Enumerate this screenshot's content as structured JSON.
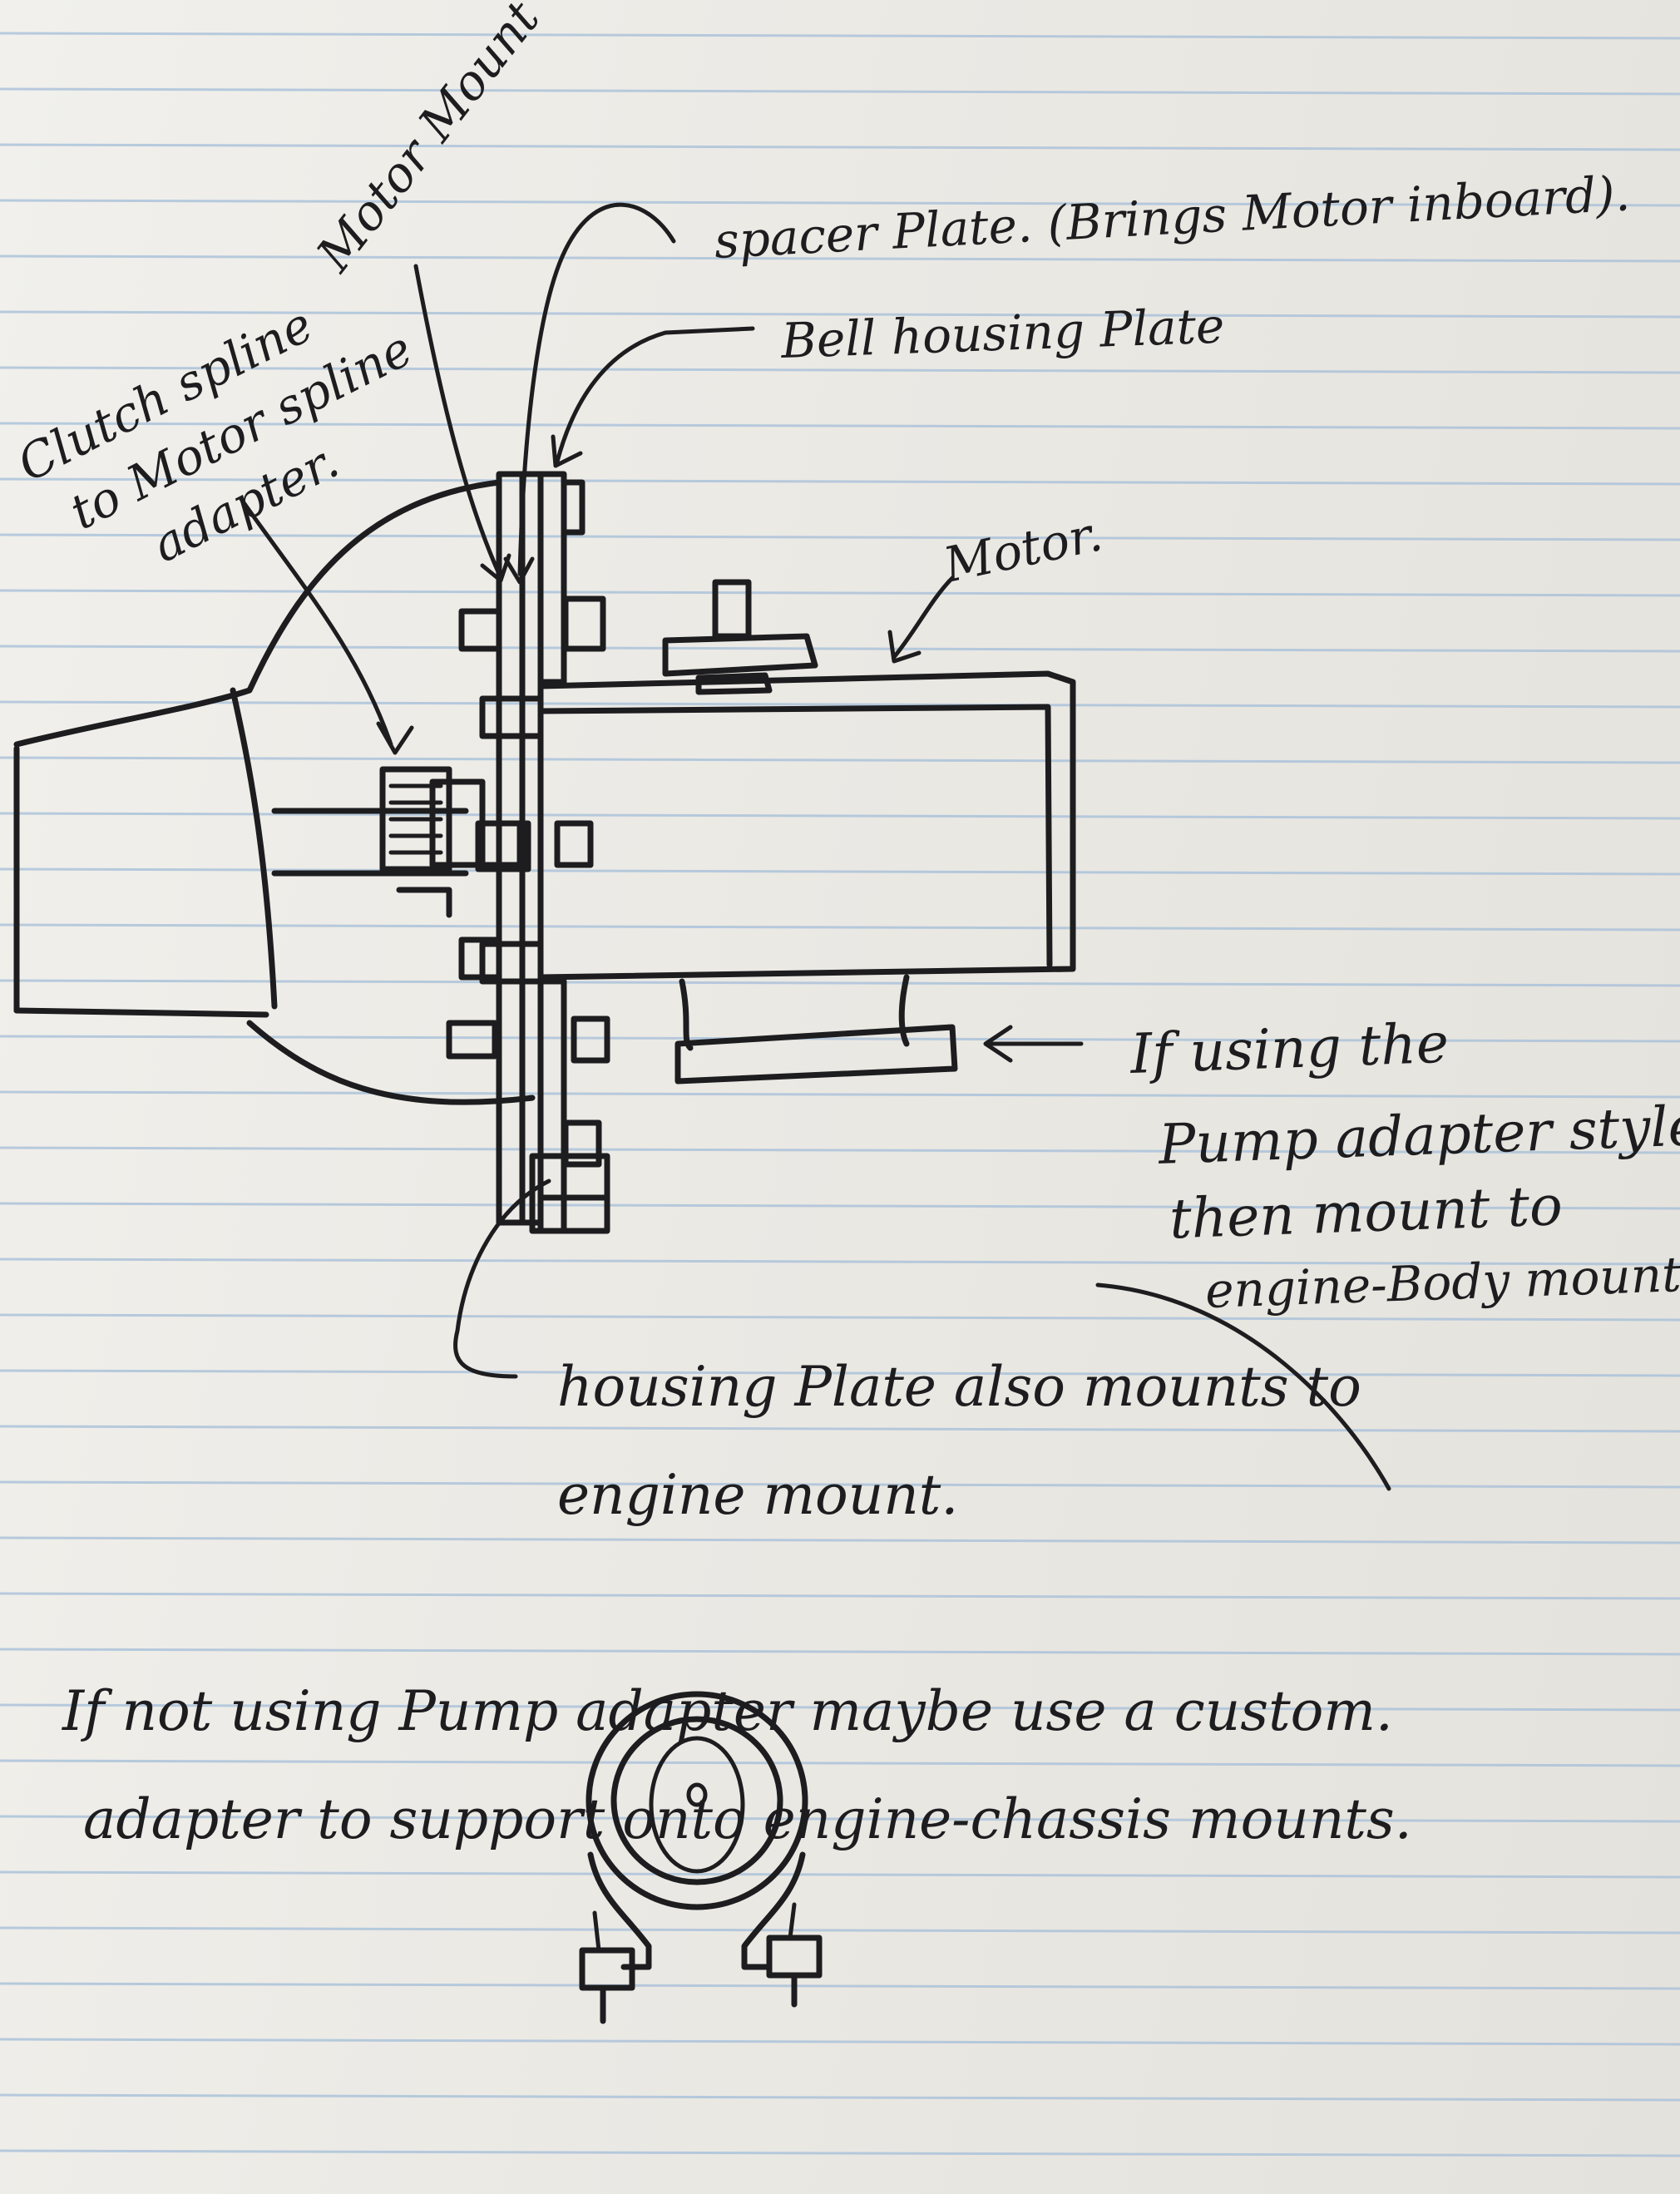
{
  "labels": {
    "motor_mount": "Motor Mount",
    "spacer_plate": "spacer Plate. (Brings Motor inboard).",
    "bell_housing_plate": "Bell housing Plate",
    "clutch_line1": "Clutch spline",
    "clutch_line2": "to Motor spline",
    "clutch_line3": "adapter.",
    "motor": "Motor.",
    "pump_line1": "If using the",
    "pump_line2": "Pump adapter style",
    "pump_line3": "then mount to",
    "pump_line4": "engine-Body mounts.",
    "housing_line1": "housing Plate also mounts to",
    "housing_line2": "engine mount."
  },
  "note": {
    "line1": "If not using Pump adapter maybe use a custom.",
    "line2": "adapter to support onto engine-chassis mounts."
  },
  "colors": {
    "paper": "#eeede9",
    "rule_line": "#a9c1da",
    "ink": "#1d1d1f"
  }
}
